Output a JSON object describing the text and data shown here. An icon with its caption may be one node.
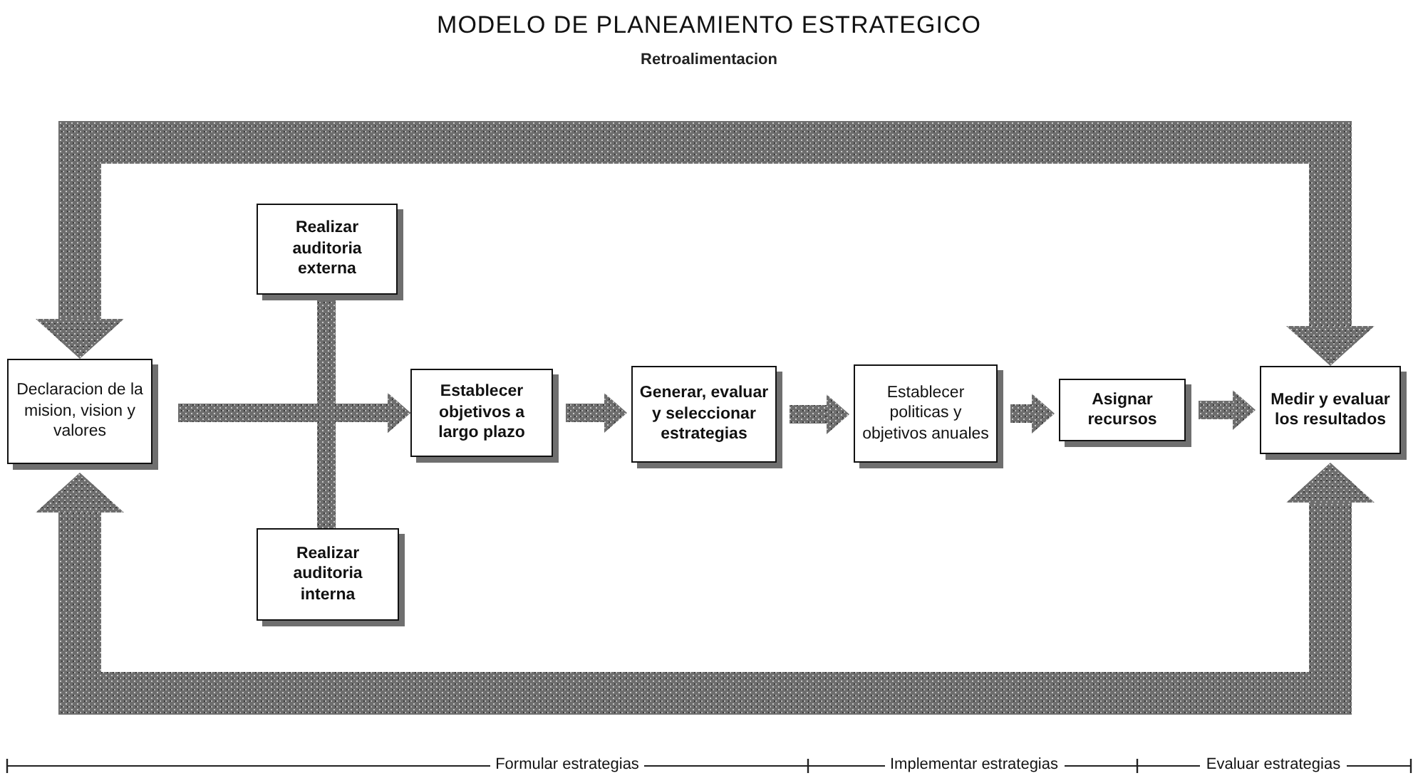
{
  "diagram": {
    "title": "MODELO DE PLANEAMIENTO ESTRATEGICO",
    "nodes": [
      {
        "text": [
          "Declaracion de la mision, vision y valores"
        ]
      },
      {
        "text": [
          "Realizar auditoria externa"
        ]
      },
      {
        "text": [
          "Realizar auditoria interna"
        ]
      },
      {
        "text": [
          "Establecer objetivos a largo plazo"
        ]
      },
      {
        "text": [
          "Generar, evaluar y seleccionar estrategias"
        ]
      },
      {
        "text": [
          "Establecer politicas y objetivos anuales"
        ]
      },
      {
        "text": [
          "Asignar recursos"
        ]
      },
      {
        "text": [
          "Medir y evaluar los resultados"
        ]
      }
    ],
    "edges": [
      {
        "from": 0,
        "to": 3,
        "arrow": "to"
      },
      {
        "from": 1,
        "to": 3,
        "arrow": "to"
      },
      {
        "from": 2,
        "to": 3,
        "arrow": "to"
      },
      {
        "from": 3,
        "to": 4,
        "arrow": "to"
      },
      {
        "from": 4,
        "to": 5,
        "arrow": "to"
      },
      {
        "from": 5,
        "to": 6,
        "arrow": "to"
      },
      {
        "from": 6,
        "to": 7,
        "arrow": "to"
      },
      {
        "from": null,
        "to": 0,
        "arrow": "to"
      },
      {
        "from": null,
        "to": 7,
        "arrow": "to"
      },
      {
        "from": null,
        "to": 0,
        "arrow": "to"
      },
      {
        "from": null,
        "to": 7,
        "arrow": "to"
      }
    ],
    "labels": [
      "Retroalimentacion",
      "Formular estrategias",
      "Implementar estrategias",
      "Evaluar estrategias"
    ]
  }
}
